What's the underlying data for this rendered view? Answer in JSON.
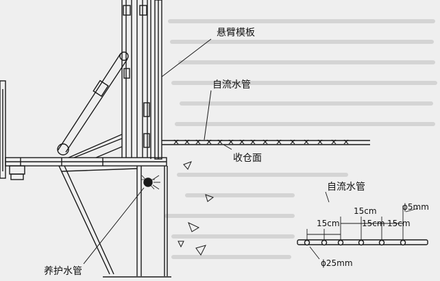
{
  "labels": {
    "cantilever_formwork": "悬臂模板",
    "self_flow_pipe_main": "自流水管",
    "storage_surface": "收仓面",
    "self_flow_pipe_detail": "自流水管",
    "curing_pipe": "养护水管",
    "spacing_1": "15cm",
    "spacing_2": "15cm",
    "spacing_3": "15cm",
    "spacing_4": "15cm",
    "hole_diameter": "ϕ5mm",
    "pipe_diameter": "ϕ25mm"
  },
  "colors": {
    "ink": "#1a1a1a",
    "paper": "#efefef",
    "bleed_text": "#d0d0d0"
  }
}
